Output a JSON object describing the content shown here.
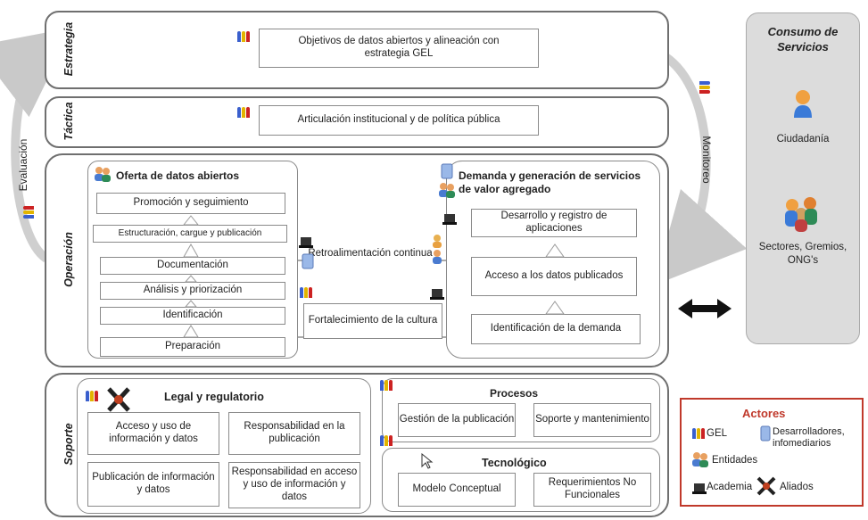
{
  "layers": {
    "estrategia": "Estrategia",
    "tactica": "Táctica",
    "operacion": "Operación",
    "soporte": "Soporte"
  },
  "side": {
    "evaluacion": "Evaluación",
    "monitoreo": "Monitoreo"
  },
  "estrategia_box": "Objetivos de datos abiertos y alineación con estrategia GEL",
  "tactica_box": "Articulación institucional y de política pública",
  "oferta": {
    "title": "Oferta de datos abiertos",
    "items": [
      "Promoción y seguimiento",
      "Estructuración, cargue y publicación",
      "Documentación",
      "Análisis y priorización",
      "Identificación",
      "Preparación"
    ]
  },
  "middle": {
    "retro": "Retroalimentación continua",
    "fortalecimiento": "Fortalecimiento de la cultura"
  },
  "demanda": {
    "title": "Demanda y generación de servicios de valor agregado",
    "items": [
      "Desarrollo y registro de aplicaciones",
      "Acceso a los datos publicados",
      "Identificación de la demanda"
    ]
  },
  "legal": {
    "title": "Legal y regulatorio",
    "items": [
      "Acceso y uso de información y datos",
      "Responsabilidad en la publicación",
      "Publicación de información y datos",
      "Responsabilidad en acceso y uso de información y datos"
    ]
  },
  "procesos": {
    "title": "Procesos",
    "items": [
      "Gestión de la publicación",
      "Soporte y mantenimiento"
    ]
  },
  "tecnologico": {
    "title": "Tecnológico",
    "items": [
      "Modelo Conceptual",
      "Requerimientos No Funcionales"
    ]
  },
  "consumo": {
    "title": "Consumo de Servicios",
    "ciudadania": "Ciudadanía",
    "sectores": "Sectores, Gremios, ONG's"
  },
  "actores": {
    "title": "Actores",
    "gel": "GEL",
    "desarrolladores": "Desarrolladores, infomediarios",
    "entidades": "Entidades",
    "academia": "Academia",
    "aliados": "Aliados"
  },
  "colors": {
    "actores_border": "#c0392b",
    "actores_title": "#c0392b",
    "consumo_bg": "#dcdcdc"
  }
}
